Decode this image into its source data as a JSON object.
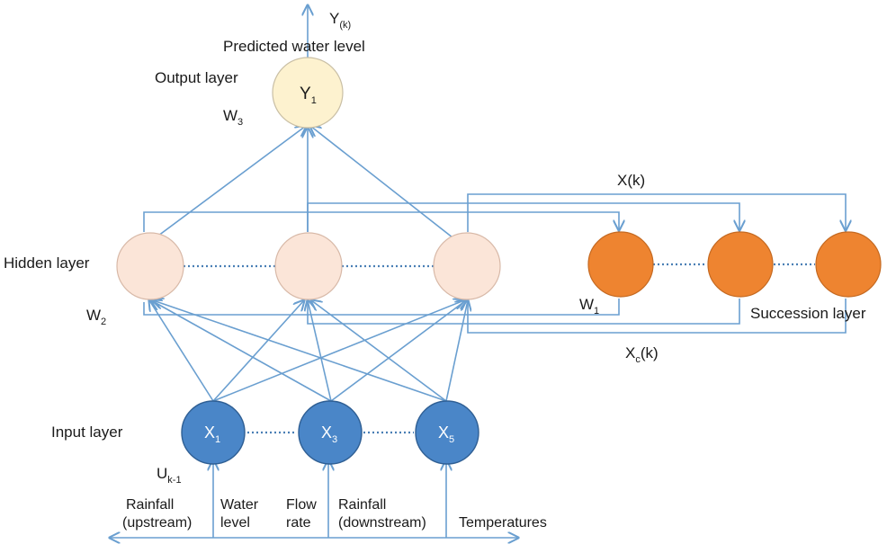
{
  "output": {
    "y_k_main": "Y",
    "y_k_sub": "(k)",
    "predicted_label": "Predicted water level",
    "layer_label": "Output layer",
    "node_main": "Y",
    "node_sub": "1",
    "weight_main": "W",
    "weight_sub": "3"
  },
  "hidden": {
    "layer_label": "Hidden layer",
    "weight_main": "W",
    "weight_sub": "2"
  },
  "succession": {
    "layer_label": "Succession layer",
    "weight_main": "W",
    "weight_sub": "1",
    "xk_label": "X(k)",
    "xck_main": "X",
    "xck_sub": "c",
    "xck_tail": "(k)"
  },
  "input": {
    "layer_label": "Input layer",
    "nodes": [
      {
        "main": "X",
        "sub": "1"
      },
      {
        "main": "X",
        "sub": "3"
      },
      {
        "main": "X",
        "sub": "5"
      }
    ],
    "u_main": "U",
    "u_sub": "k-1",
    "features": [
      {
        "line1": "Rainfall",
        "line2": "(upstream)"
      },
      {
        "line1": "Water",
        "line2": "level"
      },
      {
        "line1": "Flow",
        "line2": "rate"
      },
      {
        "line1": "Rainfall",
        "line2": "(downstream)"
      },
      {
        "line1": "Temperatures",
        "line2": ""
      }
    ]
  },
  "colors": {
    "edge": "#6a9fd0",
    "input_node": "#4a86c8",
    "hidden_node": "#fbe5d8",
    "succession_node": "#ee8430",
    "output_node": "#fdf2cf"
  }
}
